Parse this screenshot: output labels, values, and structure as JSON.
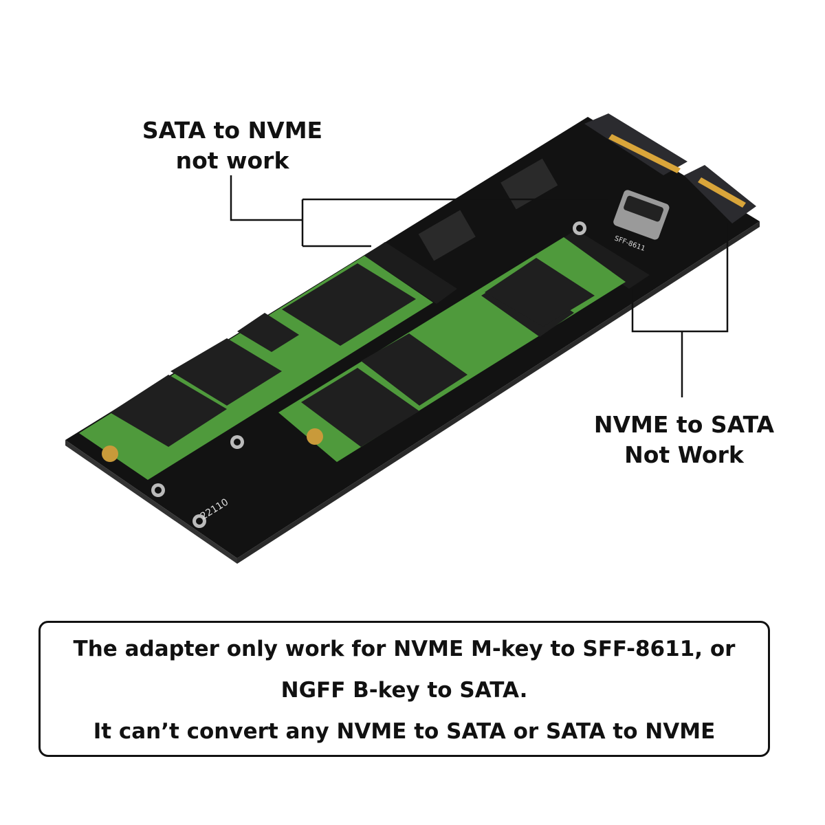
{
  "callouts": {
    "sata_to_nvme": {
      "line1": "SATA to NVME",
      "line2": "not work"
    },
    "nvme_to_sata": {
      "line1": "NVME to SATA",
      "line2": "Not Work"
    }
  },
  "notice": {
    "line1": "The adapter only work for NVME M-key to SFF-8611, or",
    "line2": "NGFF B-key to SATA.",
    "line3": "It can’t convert any NVME to SATA or SATA to NVME"
  },
  "board": {
    "silkscreen_size": "22110",
    "silkscreen_port": "SFF-8611",
    "colors": {
      "pcb": "#111111",
      "module": "#4f9a3c",
      "chip": "#1f1f1f",
      "gold": "#d9a53a"
    }
  }
}
